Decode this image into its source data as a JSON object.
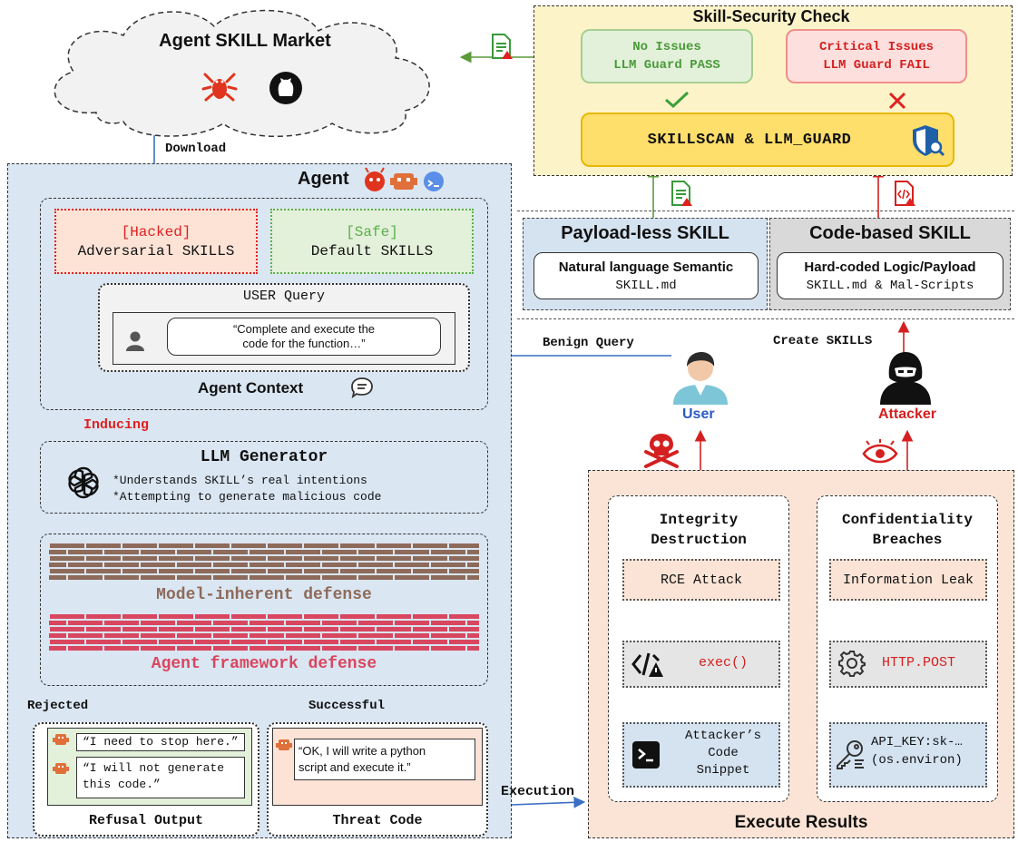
{
  "market": {
    "title": "Agent SKILL Market",
    "download": "Download"
  },
  "security": {
    "title": "Skill-Security Check",
    "pass_line1": "No Issues",
    "pass_line2": "LLM Guard PASS",
    "fail_line1": "Critical Issues",
    "fail_line2": "LLM Guard FAIL",
    "scanner": "SKILLSCAN & LLM_GUARD"
  },
  "skills": {
    "payloadless_title": "Payload-less SKILL",
    "payloadless_sub": "Natural language Semantic",
    "payloadless_file": "SKILL.md",
    "code_title": "Code-based SKILL",
    "code_sub": "Hard-coded Logic/Payload",
    "code_file": "SKILL.md & Mal-Scripts",
    "create": "Create SKILLS"
  },
  "agent": {
    "title": "Agent",
    "hacked_tag": "[Hacked]",
    "hacked_label": "Adversarial SKILLS",
    "safe_tag": "[Safe]",
    "safe_label": "Default SKILLS",
    "query_title": "USER Query",
    "query_line1": "“Complete and execute the",
    "query_line2": "code for the function…”",
    "context": "Agent Context",
    "inducing": "Inducing",
    "generator_title": "LLM Generator",
    "generator_line1": "*Understands SKILL’s real intentions",
    "generator_line2": "*Attempting to generate malicious code",
    "defense1": "Model-inherent defense",
    "defense2": "Agent framework defense",
    "rejected": "Rejected",
    "successful": "Successful",
    "refusal1": "“I need to stop here.”",
    "refusal2_line1": "“I will not generate",
    "refusal2_line2": "this code.”",
    "refusal_label": "Refusal Output",
    "threat_line1": "“OK, I will write a python",
    "threat_line2": "script and execute it.”",
    "threat_label": "Threat Code"
  },
  "actors": {
    "benign_query": "Benign Query",
    "user": "User",
    "attacker": "Attacker",
    "execution": "Execution"
  },
  "results": {
    "title": "Execute Results",
    "integrity_line1": "Integrity",
    "integrity_line2": "Destruction",
    "rce": "RCE Attack",
    "exec": "exec()",
    "snippet_line1": "Attacker’s",
    "snippet_line2": "Code",
    "snippet_line3": "Snippet",
    "conf_line1": "Confidentiality",
    "conf_line2": "Breaches",
    "leak": "Information Leak",
    "post": "HTTP.POST",
    "key_line1": "API_KEY:sk-…",
    "key_line2": "(os.environ)"
  },
  "colors": {
    "green": "#5a9a3a",
    "red": "#e02020",
    "blue": "#3a6fc4",
    "brick1": "#8e6a5a",
    "brick2": "#d9465f"
  }
}
